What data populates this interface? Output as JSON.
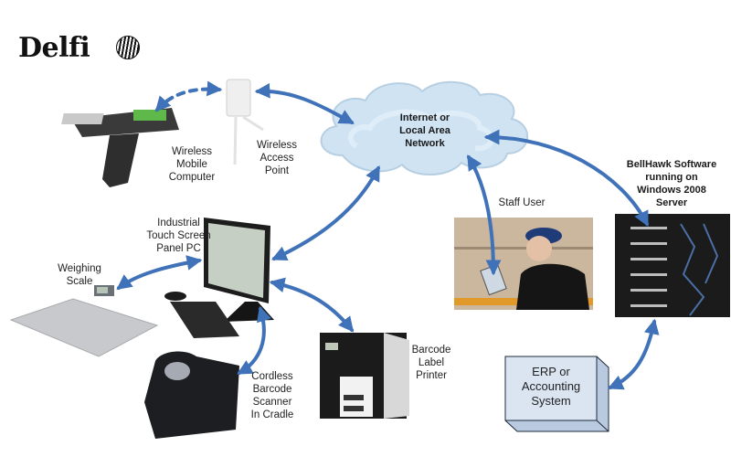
{
  "logo": {
    "text": "Delfi"
  },
  "colors": {
    "arrow": "#3f72b8",
    "cloud_fill": "#cfe3f3",
    "cloud_stroke": "#b7cfe2",
    "erp_fill": "#dbe5f2",
    "erp_stroke": "#1e2a3a"
  },
  "nodes": {
    "mobile_computer": {
      "label": "Wireless\nMobile\nComputer"
    },
    "access_point": {
      "label": "Wireless\nAccess\nPoint"
    },
    "network": {
      "label": "Internet or\nLocal Area\nNetwork"
    },
    "server": {
      "label": "BellHawk Software\nrunning on\nWindows 2008\nServer"
    },
    "panel_pc": {
      "label": "Industrial\nTouch Screen\nPanel PC"
    },
    "scale": {
      "label": "Weighing\nScale"
    },
    "staff_user": {
      "label": "Staff User"
    },
    "scanner": {
      "label": "Cordless\nBarcode\nScanner\nIn Cradle"
    },
    "printer": {
      "label": "Barcode\nLabel\nPrinter"
    },
    "erp": {
      "label": "ERP or\nAccounting\nSystem"
    }
  },
  "connections": [
    {
      "from": "mobile_computer",
      "to": "access_point",
      "style": "dashed"
    },
    {
      "from": "access_point",
      "to": "network",
      "style": "solid"
    },
    {
      "from": "network",
      "to": "panel_pc",
      "style": "solid"
    },
    {
      "from": "network",
      "to": "staff_user",
      "style": "solid"
    },
    {
      "from": "network",
      "to": "server",
      "style": "solid"
    },
    {
      "from": "panel_pc",
      "to": "scale",
      "style": "solid"
    },
    {
      "from": "panel_pc",
      "to": "scanner",
      "style": "solid"
    },
    {
      "from": "panel_pc",
      "to": "printer",
      "style": "solid"
    },
    {
      "from": "server",
      "to": "erp",
      "style": "solid"
    }
  ]
}
